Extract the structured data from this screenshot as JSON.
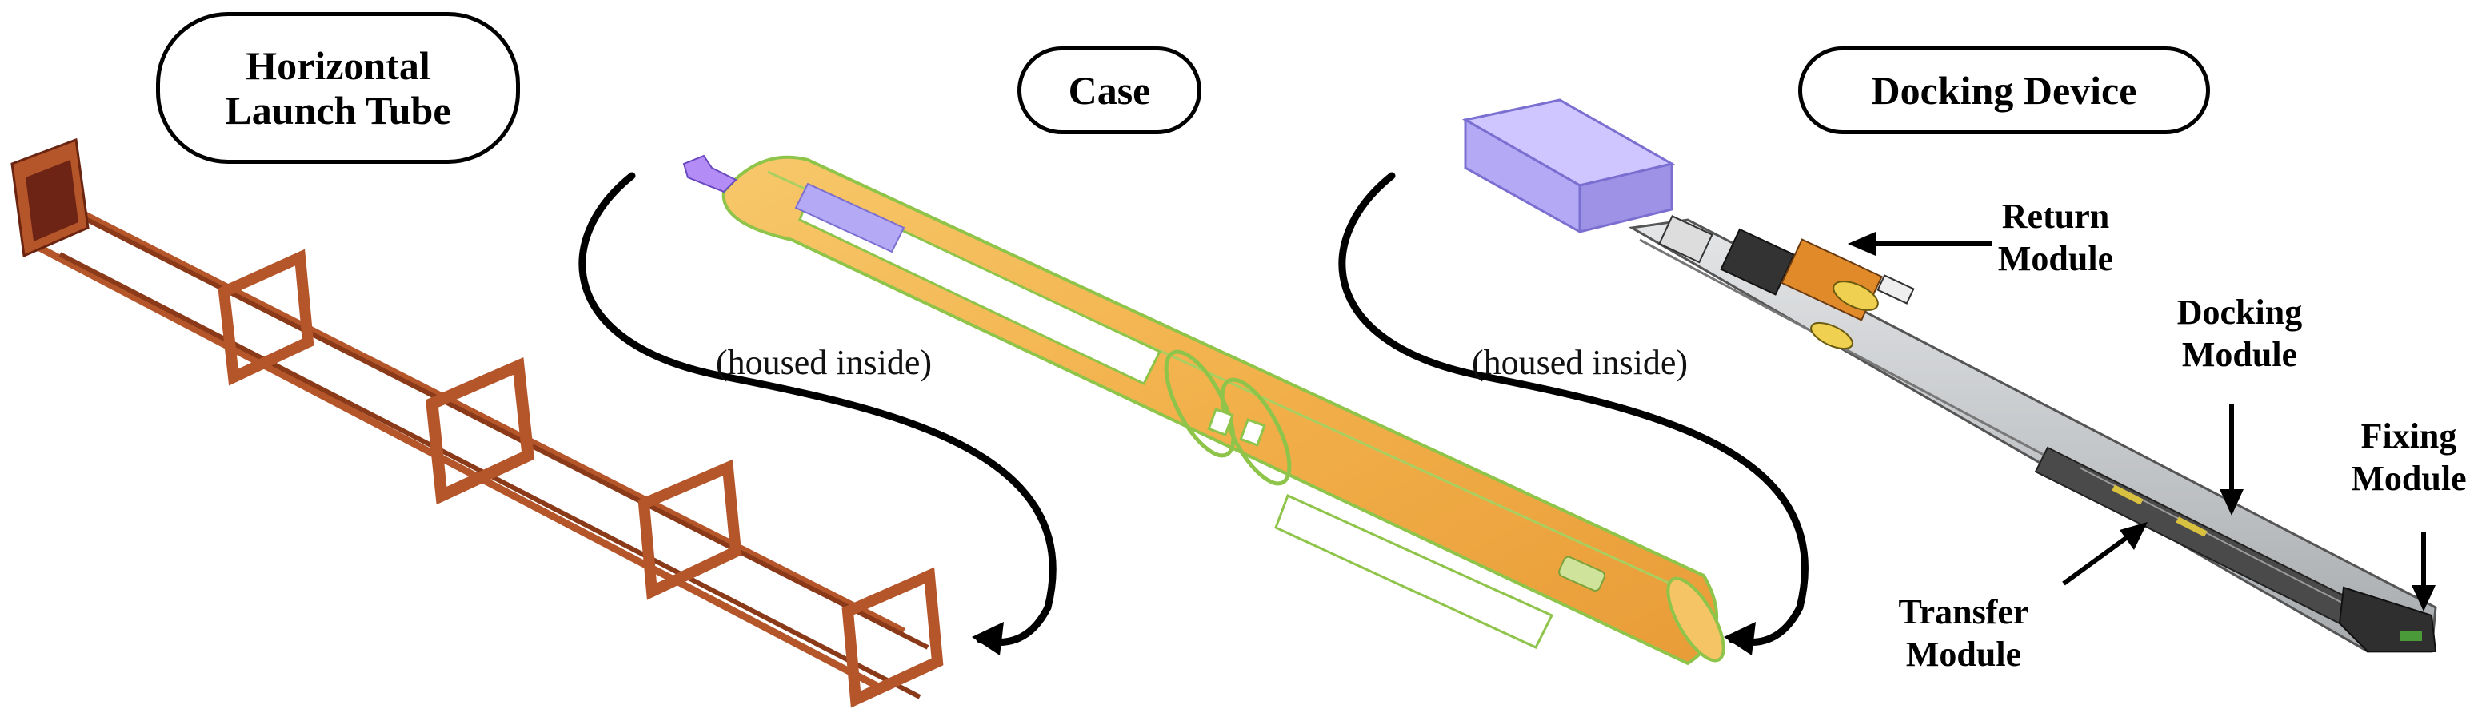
{
  "panels": {
    "launch_tube": {
      "title_line1": "Horizontal",
      "title_line2": "Launch Tube"
    },
    "case": {
      "title": "Case"
    },
    "docking_device": {
      "title": "Docking Device"
    }
  },
  "arrows": {
    "left_note": "(housed inside)",
    "right_note": "(housed inside)"
  },
  "modules": {
    "return": {
      "line1": "Return",
      "line2": "Module"
    },
    "docking": {
      "line1": "Docking",
      "line2": "Module"
    },
    "fixing": {
      "line1": "Fixing",
      "line2": "Module"
    },
    "transfer": {
      "line1": "Transfer",
      "line2": "Module"
    }
  },
  "colors": {
    "tube_frame": "#b4552a",
    "tube_frame_dark": "#7a2e12",
    "case_body": "#f2b64a",
    "case_edge": "#8fc44a",
    "battery_purple": "#b3a9f5",
    "device_gray": "#c8cacc",
    "device_dark": "#3a3a3a",
    "accent_orange": "#e08a2a"
  }
}
